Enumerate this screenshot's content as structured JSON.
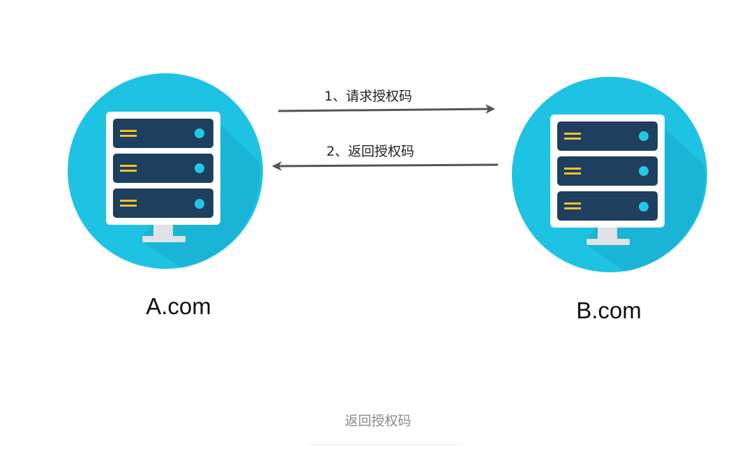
{
  "nodes": {
    "a": {
      "label": "A.com"
    },
    "b": {
      "label": "B.com"
    }
  },
  "edges": {
    "request": {
      "label": "1、请求授权码"
    },
    "response": {
      "label": "2、返回授权码"
    }
  },
  "caption": "返回授权码",
  "colors": {
    "circle": "#1ec3e3",
    "circle_shadow": "#17a9cc",
    "monitor": "#ffffff",
    "rack": "#1f3f5f",
    "rack_lines": "#f2c230",
    "rack_led": "#22c7e8",
    "stand": "#dfe2e6",
    "arrow": "#555555"
  },
  "icons": {
    "server": "server-monitor-icon"
  }
}
